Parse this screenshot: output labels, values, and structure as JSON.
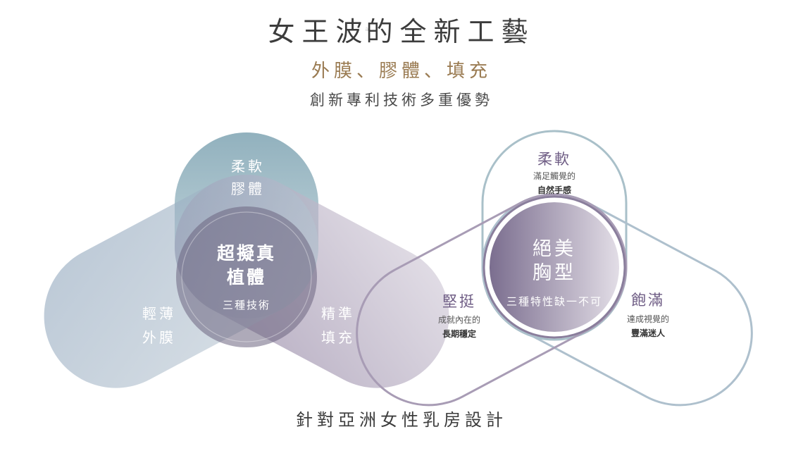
{
  "header": {
    "title_a": "女王波",
    "title_mark": "a",
    "title_b": "的全新工藝",
    "subtitle": "外膜、膠體、填充",
    "tagline": "創新專利技術多重優勢"
  },
  "left_diagram": {
    "top_label": [
      "柔軟",
      "膠體"
    ],
    "left_label": [
      "輕薄",
      "外膜"
    ],
    "right_label": [
      "精準",
      "填充"
    ],
    "center_title": [
      "超擬真",
      "植體"
    ],
    "center_sub": "三種技術"
  },
  "right_diagram": {
    "top_title": "柔軟",
    "top_desc": [
      "滿足觸覺的",
      "自然手感"
    ],
    "left_title": "堅挺",
    "left_desc": [
      "成就內在的",
      "長期穩定"
    ],
    "right_title": "飽滿",
    "right_desc": [
      "達成視覺的",
      "豐滿迷人"
    ],
    "center_title": [
      "絕美",
      "胸型"
    ],
    "center_sub": "三種特性缺一不可"
  },
  "footer": "針對亞洲女性乳房設計",
  "colors": {
    "teal": "#8fb0bd",
    "purple": "#8c7d9c",
    "blue_gray": "#9fb1c3",
    "center": "#6b6580",
    "gold": "#9a7b52",
    "text": "#3c3c3c"
  }
}
